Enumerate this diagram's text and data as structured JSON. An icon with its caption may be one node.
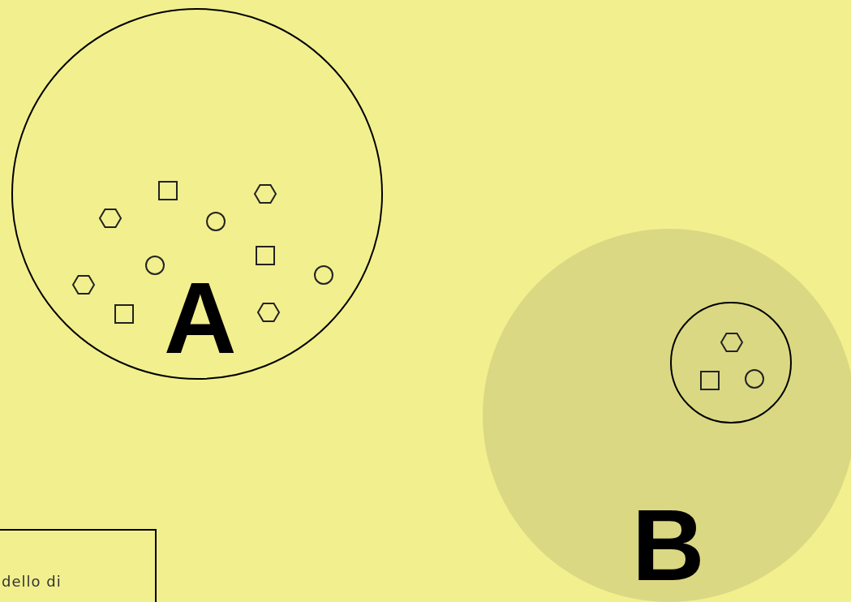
{
  "diagram": {
    "nodes": [
      {
        "text": [
          "A"
        ]
      },
      {
        "text": [
          "B"
        ]
      },
      {
        "text": [],
        "shape": "circle",
        "in": 1
      },
      {
        "text": [
          "dello di"
        ]
      }
    ],
    "edges": []
  }
}
